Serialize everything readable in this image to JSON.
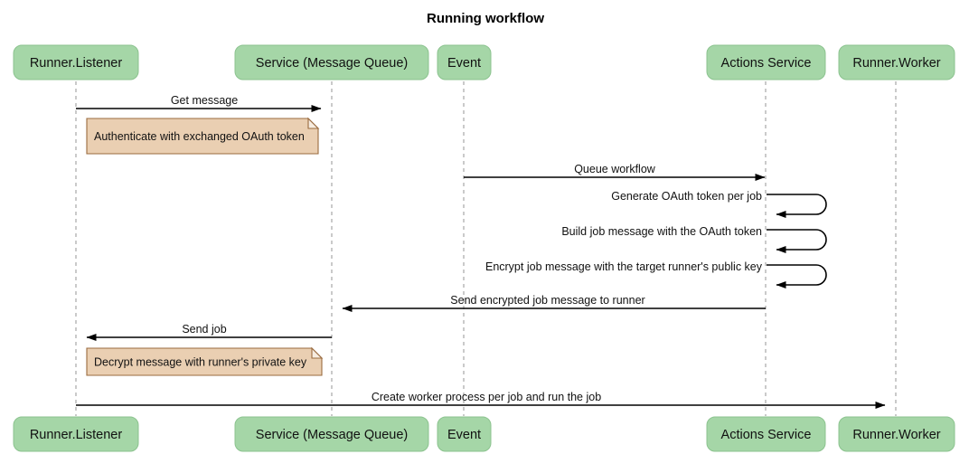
{
  "title": "Running workflow",
  "colors": {
    "participant_fill": "#a5d6a7",
    "participant_stroke": "#8cc38f",
    "note_fill": "#eacfb2",
    "note_stroke": "#9a6b3f",
    "lifeline": "#b3b3b3",
    "arrow": "#000000",
    "background": "#ffffff"
  },
  "participants": [
    {
      "id": "runner-listener",
      "label": "Runner.Listener"
    },
    {
      "id": "service-message-queue",
      "label": "Service (Message Queue)"
    },
    {
      "id": "event",
      "label": "Event"
    },
    {
      "id": "actions-service",
      "label": "Actions Service"
    },
    {
      "id": "runner-worker",
      "label": "Runner.Worker"
    }
  ],
  "messages": [
    {
      "id": "get-message",
      "label": "Get message",
      "from": "runner-listener",
      "to": "service-message-queue",
      "direction": "right",
      "kind": "call"
    },
    {
      "id": "queue-workflow",
      "label": "Queue workflow",
      "from": "event",
      "to": "actions-service",
      "direction": "right",
      "kind": "call"
    },
    {
      "id": "generate-oauth-token-per-job",
      "label": "Generate OAuth token per job",
      "from": "actions-service",
      "to": "actions-service",
      "direction": "self",
      "kind": "self"
    },
    {
      "id": "build-job-message-with-the-oauth-token",
      "label": "Build job message with the OAuth token",
      "from": "actions-service",
      "to": "actions-service",
      "direction": "self",
      "kind": "self"
    },
    {
      "id": "encrypt-job-message-with-the-target-runners-public-key",
      "label": "Encrypt job message with the target runner's public key",
      "from": "actions-service",
      "to": "actions-service",
      "direction": "self",
      "kind": "self"
    },
    {
      "id": "send-encrypted-job-message-to-runner",
      "label": "Send encrypted job message to runner",
      "from": "actions-service",
      "to": "service-message-queue",
      "direction": "left",
      "kind": "call"
    },
    {
      "id": "send-job",
      "label": "Send job",
      "from": "service-message-queue",
      "to": "runner-listener",
      "direction": "left",
      "kind": "call"
    },
    {
      "id": "create-worker-process-per-job-and-run-the-job",
      "label": "Create worker process per job and run the job",
      "from": "runner-listener",
      "to": "runner-worker",
      "direction": "right",
      "kind": "call"
    }
  ],
  "notes": [
    {
      "id": "authenticate-note",
      "label": "Authenticate with exchanged OAuth token",
      "over": "runner-listener"
    },
    {
      "id": "decrypt-note",
      "label": "Decrypt message with runner's private key",
      "over": "runner-listener"
    }
  ]
}
